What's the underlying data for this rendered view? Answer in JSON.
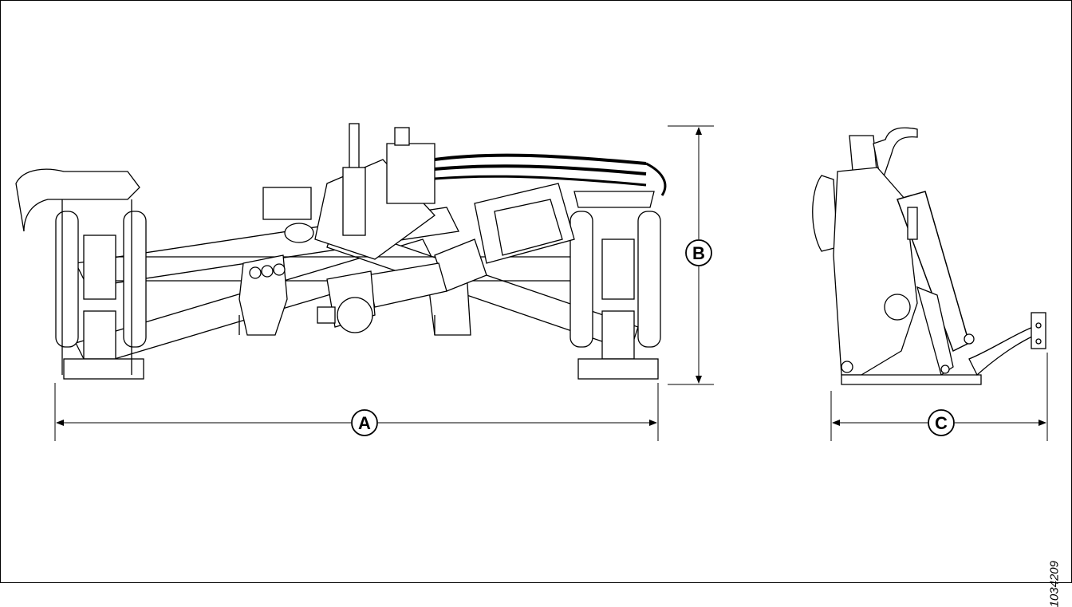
{
  "callouts": {
    "a": "A",
    "b": "B",
    "c": "C"
  },
  "figure_id": "1034209",
  "colors": {
    "line": "#000000",
    "background": "#ffffff"
  }
}
